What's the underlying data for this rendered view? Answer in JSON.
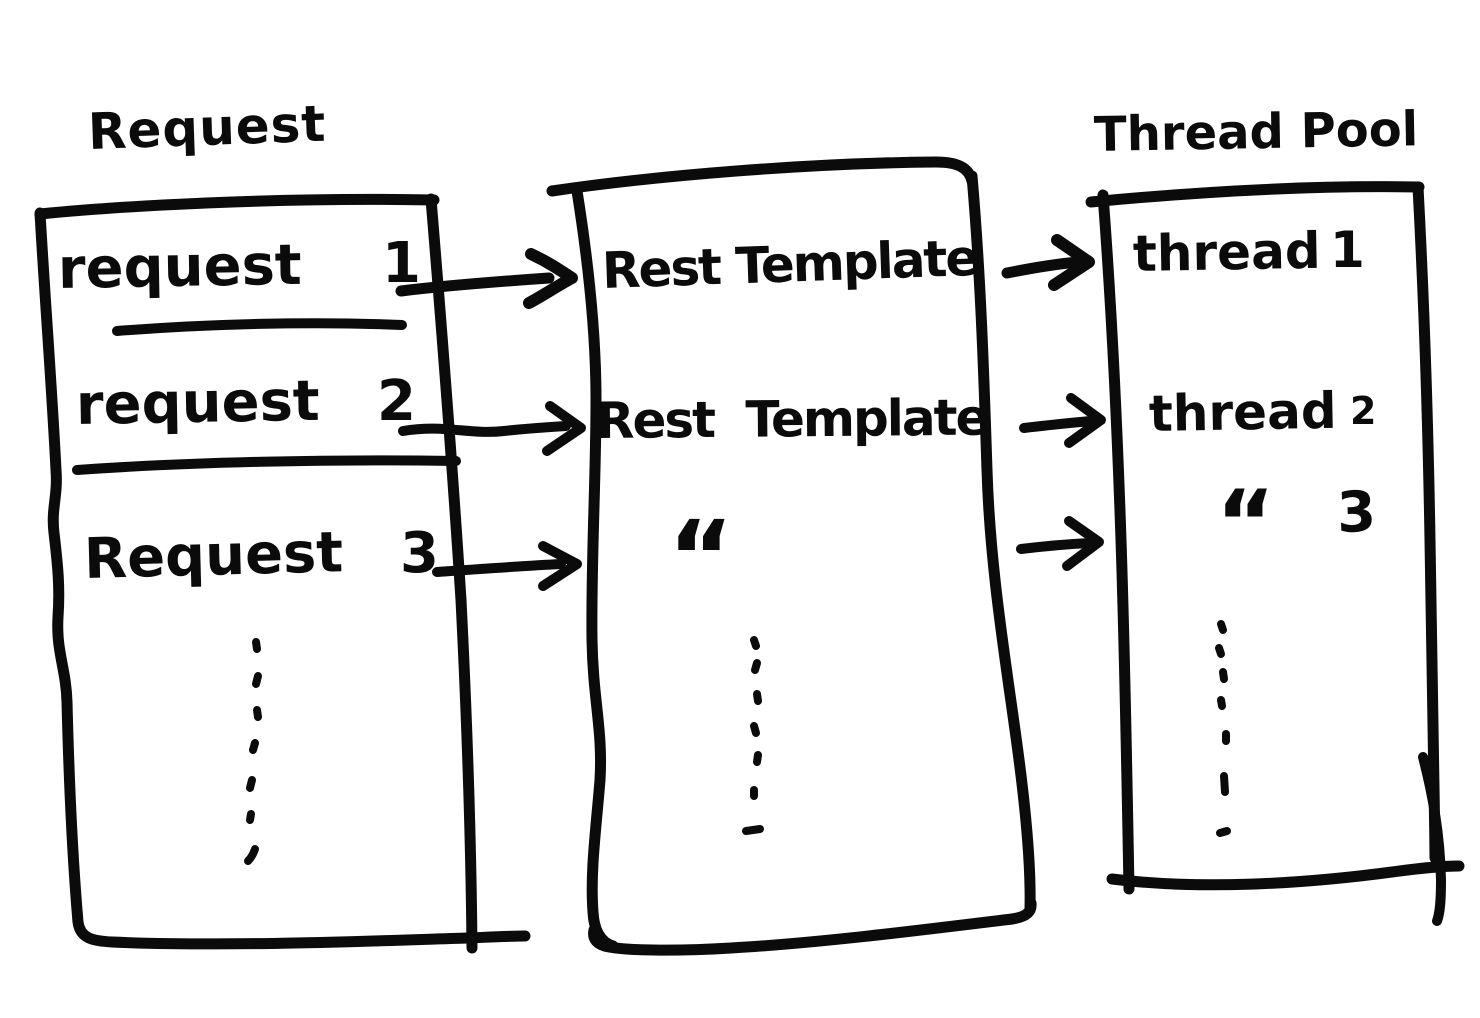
{
  "colors": {
    "ink": "#0b0b0b",
    "background": "#ffffff"
  },
  "left_panel": {
    "title": "Request",
    "rows": [
      {
        "label": "request",
        "number": "1"
      },
      {
        "label": "request",
        "number": "2"
      },
      {
        "label": "Request",
        "number": "3"
      }
    ]
  },
  "middle_panel": {
    "rows": [
      {
        "label": "Rest Template"
      },
      {
        "label": "Rest Template"
      },
      {
        "label": "“"
      }
    ]
  },
  "right_panel": {
    "title": "Thread Pool",
    "rows": [
      {
        "label": "thread",
        "number": "1"
      },
      {
        "label": "thread",
        "number": "2"
      },
      {
        "label": "“",
        "number": "3"
      }
    ]
  }
}
